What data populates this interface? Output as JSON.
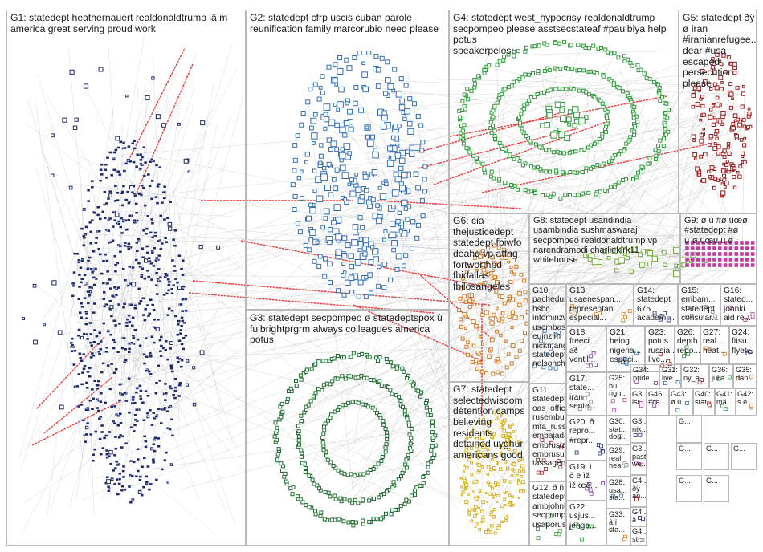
{
  "groups": [
    {
      "id": "G1",
      "label": "G1: statedept heathernauert realdonaldtrump iâ m\namerica great serving proud work"
    },
    {
      "id": "G2",
      "label": "G2: statedept cfrp uscis cuban parole\nreunification family marcorubio need please"
    },
    {
      "id": "G3",
      "label": "G3: statedept secpompeo ø statedeptspox ù\nfulbrightprgrm always colleagues america potus"
    },
    {
      "id": "G4",
      "label": "G4: statedept west_hypocrisy realdonaldtrump\nsecpompeo please asstsecstateaf #paulbiya help potus\nspeakerpelosi"
    },
    {
      "id": "G5",
      "label": "G5: statedept ðÿ\nø iran\n#iranianrefugee...\ndear #usa\nescaped\npersecution\nplease"
    },
    {
      "id": "G6",
      "label": "G6: cia\nthejusticedept\nstatedept fbiwfo\ndeahq vp atfhq\nfortworthpd\nfbidallas\nfbilosangeles"
    },
    {
      "id": "G7",
      "label": "G7: statedept\nselectedwisdom\ndetention camps\nbelieving residents\ndetained uyghur\namericans good"
    },
    {
      "id": "G8",
      "label": "G8: statedept usandindia\nusambindia sushmaswaraj\nsecpompeo realdonaldtrump vp\nnarendramodi charliekirk11\nwhitehouse"
    },
    {
      "id": "G9",
      "label": "G9: ø ù #ø ûœø\n#statedept #ø\nù˜ø ûœù ú ø"
    },
    {
      "id": "G10",
      "label": "G10:\npacheduz\nhsbc\ninfominzw\nusembas...\neuinzim\nnickmang...\nstatedept\nnelsonch..."
    },
    {
      "id": "G11",
      "label": "G11:\nstatedept\noas_official\nrusembusa\nmfa_russia\nembajada...\nembrusia...\nembrusur...\ntassagen..."
    },
    {
      "id": "G12",
      "label": "G12: ð ñ\nstatedept\nambjohnb...\nsecpomp...\nusaporus..."
    },
    {
      "id": "G13",
      "label": "G13:\nusaenespan...\nrepresentan...\nespecial..."
    },
    {
      "id": "G14",
      "label": "G14:\nstatedept\n675\nacademi..."
    },
    {
      "id": "G15",
      "label": "G15:\nembam...\nstatedept\nconsular..."
    },
    {
      "id": "G16",
      "label": "G16:\nstated...\njohnki...\naid re..."
    },
    {
      "id": "G17",
      "label": "G17:\nstate...\niran\nsente..."
    },
    {
      "id": "G18",
      "label": "G18:\nfreeci...\nac\nventil..."
    },
    {
      "id": "G19",
      "label": "G19: ì\nð ë ìž\nìž œë..."
    },
    {
      "id": "G20",
      "label": "G20: ð\nrepro...\n#repr..."
    },
    {
      "id": "G21",
      "label": "G21:\nbeing\nnigeria...\nespeci..."
    },
    {
      "id": "G22",
      "label": "G22:\nusjus...\njengb..."
    },
    {
      "id": "G23",
      "label": "G23:\npotus\nrussia...\nlive..."
    },
    {
      "id": "G24",
      "label": "G24:\nfitsu...\nflyet..."
    },
    {
      "id": "G25",
      "label": "G25:\nhu...\nrigh..."
    },
    {
      "id": "G26",
      "label": "G26:\ndepth\nrepo..."
    },
    {
      "id": "G27",
      "label": "G27:\nreal...\nheat..."
    },
    {
      "id": "G28",
      "label": "G28:\nusa...\nsta..."
    },
    {
      "id": "G29",
      "label": "G29:\nreal\nhea..."
    },
    {
      "id": "G30",
      "label": "G30:\nstat...\ndou..."
    },
    {
      "id": "G31",
      "label": "G31:\nlive..."
    },
    {
      "id": "G32",
      "label": "G32:\nny_a..."
    },
    {
      "id": "G33",
      "label": "G33:\nâ ï\nsta..."
    },
    {
      "id": "G34",
      "label": "G34:\npride..."
    },
    {
      "id": "G35",
      "label": "G35:\ndani..."
    },
    {
      "id": "G36",
      "label": "G36:\njulia..."
    },
    {
      "id": "G37",
      "label": "G3...\nisr..."
    },
    {
      "id": "G38",
      "label": "G3...\nnik..."
    },
    {
      "id": "G39",
      "label": "G3...\npast\nwe..."
    },
    {
      "id": "G40",
      "label": "G40:\nstat..."
    },
    {
      "id": "G41",
      "label": "G41:\nmä..."
    },
    {
      "id": "G42",
      "label": "G42:\ns e..."
    },
    {
      "id": "G43",
      "label": "G43:\nø ù..."
    },
    {
      "id": "G44",
      "label": "G4...\nâ c..."
    },
    {
      "id": "G45",
      "label": "G4...\nst..."
    },
    {
      "id": "G46",
      "label": "G46:\n#ca..."
    },
    {
      "id": "G47",
      "label": "G4...\nðÿ\nan..."
    }
  ],
  "small_cells": [
    "G...",
    "G...",
    "G...",
    "G...",
    "G...",
    "G..."
  ],
  "colors": {
    "G1": "#1f2a6b",
    "G2": "#2f6db5",
    "G3": "#1e6b2f",
    "G4": "#2e9b3a",
    "G5": "#9b1c1c",
    "G6": "#d07a20",
    "G7": "#d6b020",
    "G8": "#6fa83a",
    "G9": "#c03ca0",
    "edge": "#b8b8b8",
    "strong_edge": "#e02020",
    "border": "#b9b9b9"
  }
}
